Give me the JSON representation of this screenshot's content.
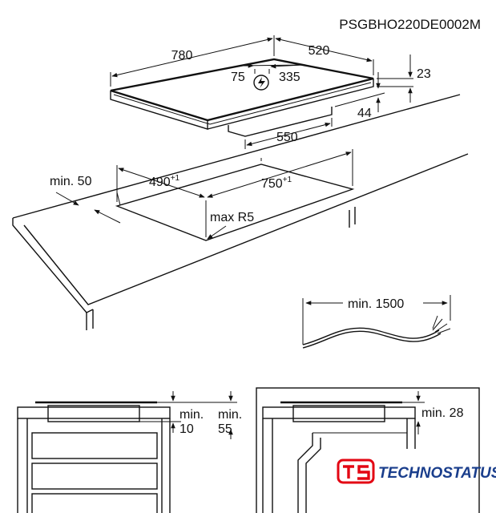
{
  "header": {
    "model_code": "PSGBHO220DE0002M"
  },
  "hob_dimensions": {
    "width": "780",
    "depth": "520",
    "thickness": "23",
    "unit_height": "44",
    "unit_width": "550",
    "connection_offset": "75",
    "connection_distance": "335"
  },
  "cutout": {
    "depth": "490",
    "depth_tolerance": "+1",
    "width": "750",
    "width_tolerance": "+1",
    "min_wall_distance": "min. 50",
    "corner_radius": "max R5"
  },
  "cable": {
    "min_length": "min. 1500"
  },
  "side_view_1": {
    "gap_min_label": "min.",
    "gap_value": "10",
    "clearance_min_label": "min.",
    "clearance_value": "55"
  },
  "side_view_2": {
    "clearance": "min. 28"
  },
  "brand": {
    "name": "TECHNOSTATUS",
    "mark_color": "#e30613",
    "text_color": "#1a3e8c"
  }
}
